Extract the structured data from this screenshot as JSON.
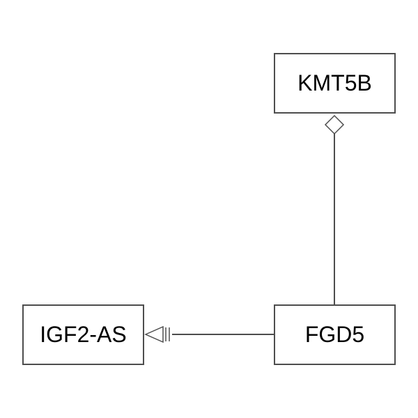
{
  "diagram": {
    "nodes": [
      {
        "id": "kmt5b",
        "label": "KMT5B"
      },
      {
        "id": "igf2",
        "label": "IGF2-AS"
      },
      {
        "id": "fgd5",
        "label": "FGD5"
      }
    ],
    "edges": [
      {
        "from": "fgd5",
        "to": "kmt5b",
        "end_marker": "open-diamond"
      },
      {
        "from": "fgd5",
        "to": "igf2",
        "end_marker": "hollow-triangle-with-bar"
      }
    ],
    "colors": {
      "stroke": "#4d4d4d",
      "text": "#000000",
      "background": "#ffffff"
    }
  }
}
